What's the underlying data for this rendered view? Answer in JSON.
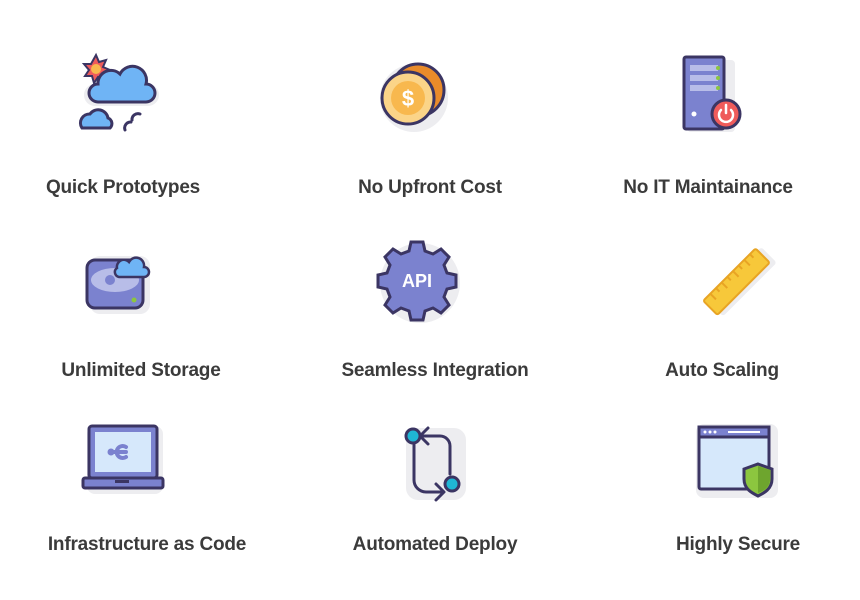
{
  "features": [
    {
      "label": "Quick Prototypes",
      "icon": "cloud-sun-icon"
    },
    {
      "label": "No Upfront Cost",
      "icon": "coin-dollar-icon",
      "coin_symbol": "$"
    },
    {
      "label": "No IT Maintainance",
      "icon": "server-power-icon"
    },
    {
      "label": "Unlimited Storage",
      "icon": "cloud-storage-drive-icon"
    },
    {
      "label": "Seamless Integration",
      "icon": "api-gear-icon",
      "gear_text": "API"
    },
    {
      "label": "Auto Scaling",
      "icon": "ruler-icon"
    },
    {
      "label": "Infrastructure as Code",
      "icon": "laptop-wrench-icon"
    },
    {
      "label": "Automated Deploy",
      "icon": "deploy-cycle-icon"
    },
    {
      "label": "Highly Secure",
      "icon": "browser-shield-icon"
    }
  ],
  "colors": {
    "outline": "#3b3563",
    "sticker": "#ededf0",
    "blue": "#7fbef7",
    "purple": "#7b82cf",
    "orange": "#f0a030",
    "cyan": "#1fb6d4",
    "green": "#8cc63f"
  }
}
